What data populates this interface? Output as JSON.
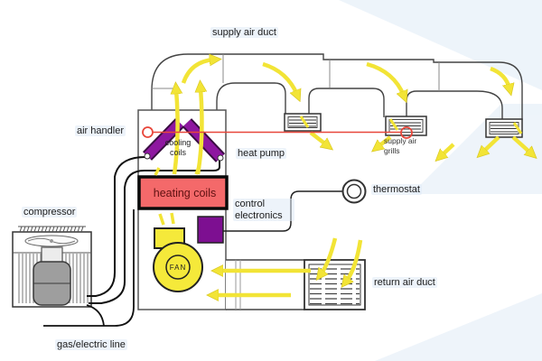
{
  "diagram": {
    "labels": {
      "supply_air_duct": "supply air duct",
      "air_handler": "air handler",
      "cooling_coils": "cooling coils",
      "heat_pump": "heat pump",
      "heating_coils": "heating coils",
      "control_electronics": "control electronics",
      "thermostat": "thermostat",
      "compressor": "compressor",
      "supply_air_grills": "supply air grills",
      "return_air_duct": "return air duct",
      "gas_electric_line": "gas/electric line",
      "fan": "FAN"
    },
    "colors": {
      "coil_purple": "#8e17a0",
      "coil_outline": "#3a0d42",
      "heating_red": "#f4696a",
      "heating_border": "#0a0a0a",
      "control_purple": "#7d0f91",
      "fan_yellow": "#f5e93a",
      "arrow_yellow": "#f2e436",
      "red_line": "#e8473b",
      "duct_outline": "#444444",
      "pipe_black": "#111111",
      "compressor_gray": "#9e9e9e",
      "tint_blue": "#d9e7f5"
    }
  }
}
